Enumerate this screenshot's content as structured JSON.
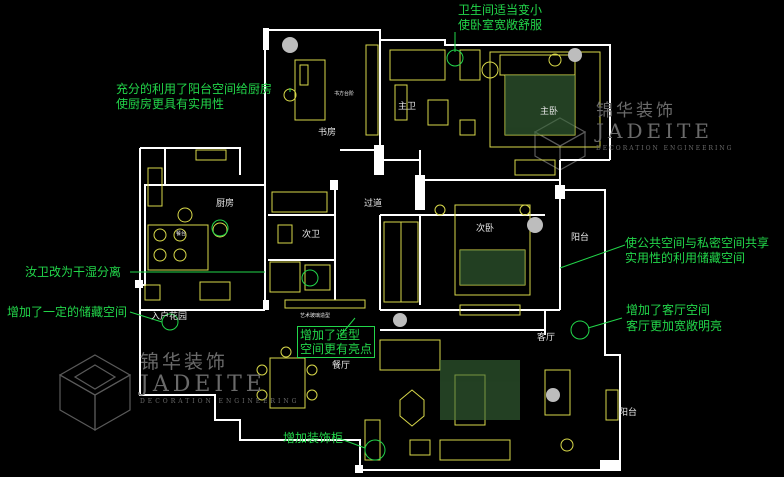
{
  "annotations": {
    "bathroom_top": "卫生间适当变小",
    "bathroom_bottom": "使卧室宽敞舒服",
    "balcony_kitchen_1": "充分的利用了阳台空间给厨房",
    "balcony_kitchen_2": "使厨房更具有实用性",
    "public_private_1": "使公共空间与私密空间共享",
    "public_private_2": "实用性的利用储藏空间",
    "dry_wet": "汝卫改为干湿分离",
    "storage": "增加了一定的储藏空间",
    "living_1": "增加了客厅空间",
    "living_2": "客厅更加宽敞明亮",
    "feature_1": "增加了造型",
    "feature_2": "空间更有亮点",
    "cabinet": "增加装饰柜"
  },
  "rooms": {
    "study": "书房",
    "master_bath": "主卫",
    "master_bed": "主卧",
    "kitchen": "厨房",
    "guest_bath": "次卫",
    "corridor": "过道",
    "second_bed": "次卧",
    "balcony_right": "阳台",
    "entry_garden": "入户花园",
    "dining": "餐厅",
    "living": "客厅",
    "balcony_bottom": "阳台",
    "dining_small": "餐台",
    "writing_desk": "书方台阶",
    "feature_wall": "艺术玻璃造型"
  },
  "watermark": {
    "brand_cn": "锦华装饰",
    "brand_en": "JADEITE",
    "sub_en": "DECORATION ENGINEERING"
  }
}
